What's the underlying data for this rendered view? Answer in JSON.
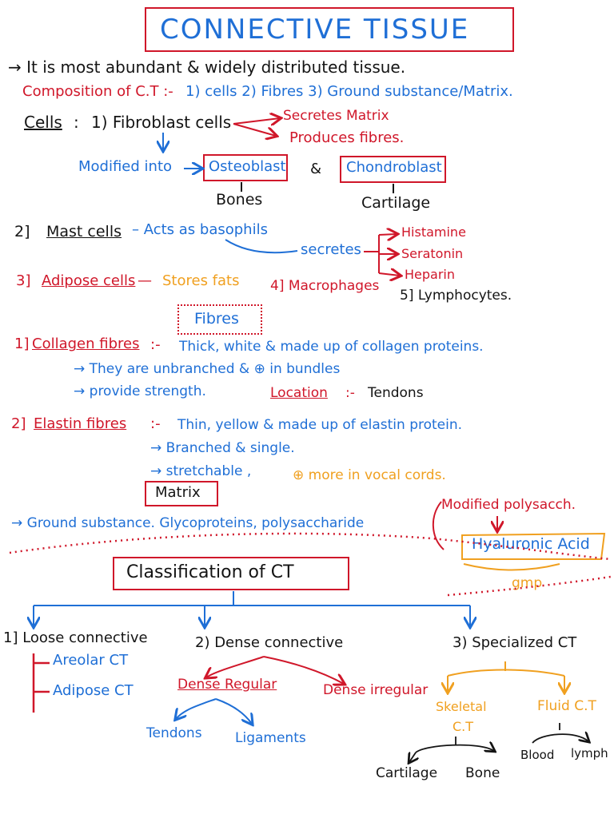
{
  "title": "CONNECTIVE TISSUE",
  "intro": "→ It is most abundant & widely distributed tissue.",
  "composition": {
    "label": "Composition of C.T :-",
    "items": "1) cells   2) Fibres   3) Ground substance/Matrix."
  },
  "cells": {
    "heading": "Cells",
    "colon": ":",
    "fibroblast": "1) Fibroblast cells",
    "fibro_fn1": "Secretes Matrix",
    "fibro_fn2": "Produces fibres.",
    "modified": "Modified into",
    "osteoblast": "Osteoblast",
    "and": "&",
    "chondroblast": "Chondroblast",
    "bones": "Bones",
    "cartilage": "Cartilage",
    "mast_num": "2]",
    "mast": "Mast cells",
    "mast_desc": "– Acts as basophils",
    "secretes": "secretes",
    "histamine": "Histamine",
    "serotonin": "Seratonin",
    "heparin": "Heparin",
    "adipose_num": "3]",
    "adipose": "Adipose cells",
    "adipose_dash": "—",
    "adipose_desc": "Stores fats",
    "macrophages": "4] Macrophages",
    "lymphocytes": "5] Lymphocytes."
  },
  "fibres": {
    "heading": "Fibres",
    "collagen_num": "1]",
    "collagen": "Collagen fibres",
    "collagen_colon": ":-",
    "collagen_desc": "Thick, white & made up of collagen proteins.",
    "collagen_p1": "→ They are unbranched & ⊕ in bundles",
    "collagen_p2": "→ provide strength.",
    "location_label": "Location",
    "location_colon": ":-",
    "location_value": "Tendons",
    "elastin_num": "2]",
    "elastin": "Elastin fibres",
    "elastin_colon": ":-",
    "elastin_desc": "Thin, yellow & made up of elastin protein.",
    "elastin_p1": "→ Branched & single.",
    "elastin_p2": "→ stretchable ,",
    "elastin_p3": "⊕ more in vocal cords."
  },
  "matrix": {
    "heading": "Matrix",
    "desc": "→ Ground substance. Glycoproteins, polysaccharide",
    "modified": "Modified polysacch.",
    "hyaluronic": "Hyaluronic Acid",
    "gmp": "gmp"
  },
  "classification": {
    "heading": "Classification of CT",
    "loose": "1] Loose connective",
    "areolar": "Areolar CT",
    "adipose": "Adipose CT",
    "dense": "2) Dense connective",
    "dense_regular": "Dense Regular",
    "dense_irregular": "Dense irregular",
    "tendons": "Tendons",
    "ligaments": "Ligaments",
    "specialized": "3) Specialized CT",
    "skeletal": "Skeletal",
    "skeletal_ct": "C.T",
    "fluid": "Fluid C.T",
    "cartilage": "Cartilage",
    "bone": "Bone",
    "blood": "Blood",
    "lymph": "lymph"
  },
  "colors": {
    "ink": "#141414",
    "blue": "#1f6fd6",
    "red": "#d0172a",
    "orange": "#f0a020"
  }
}
